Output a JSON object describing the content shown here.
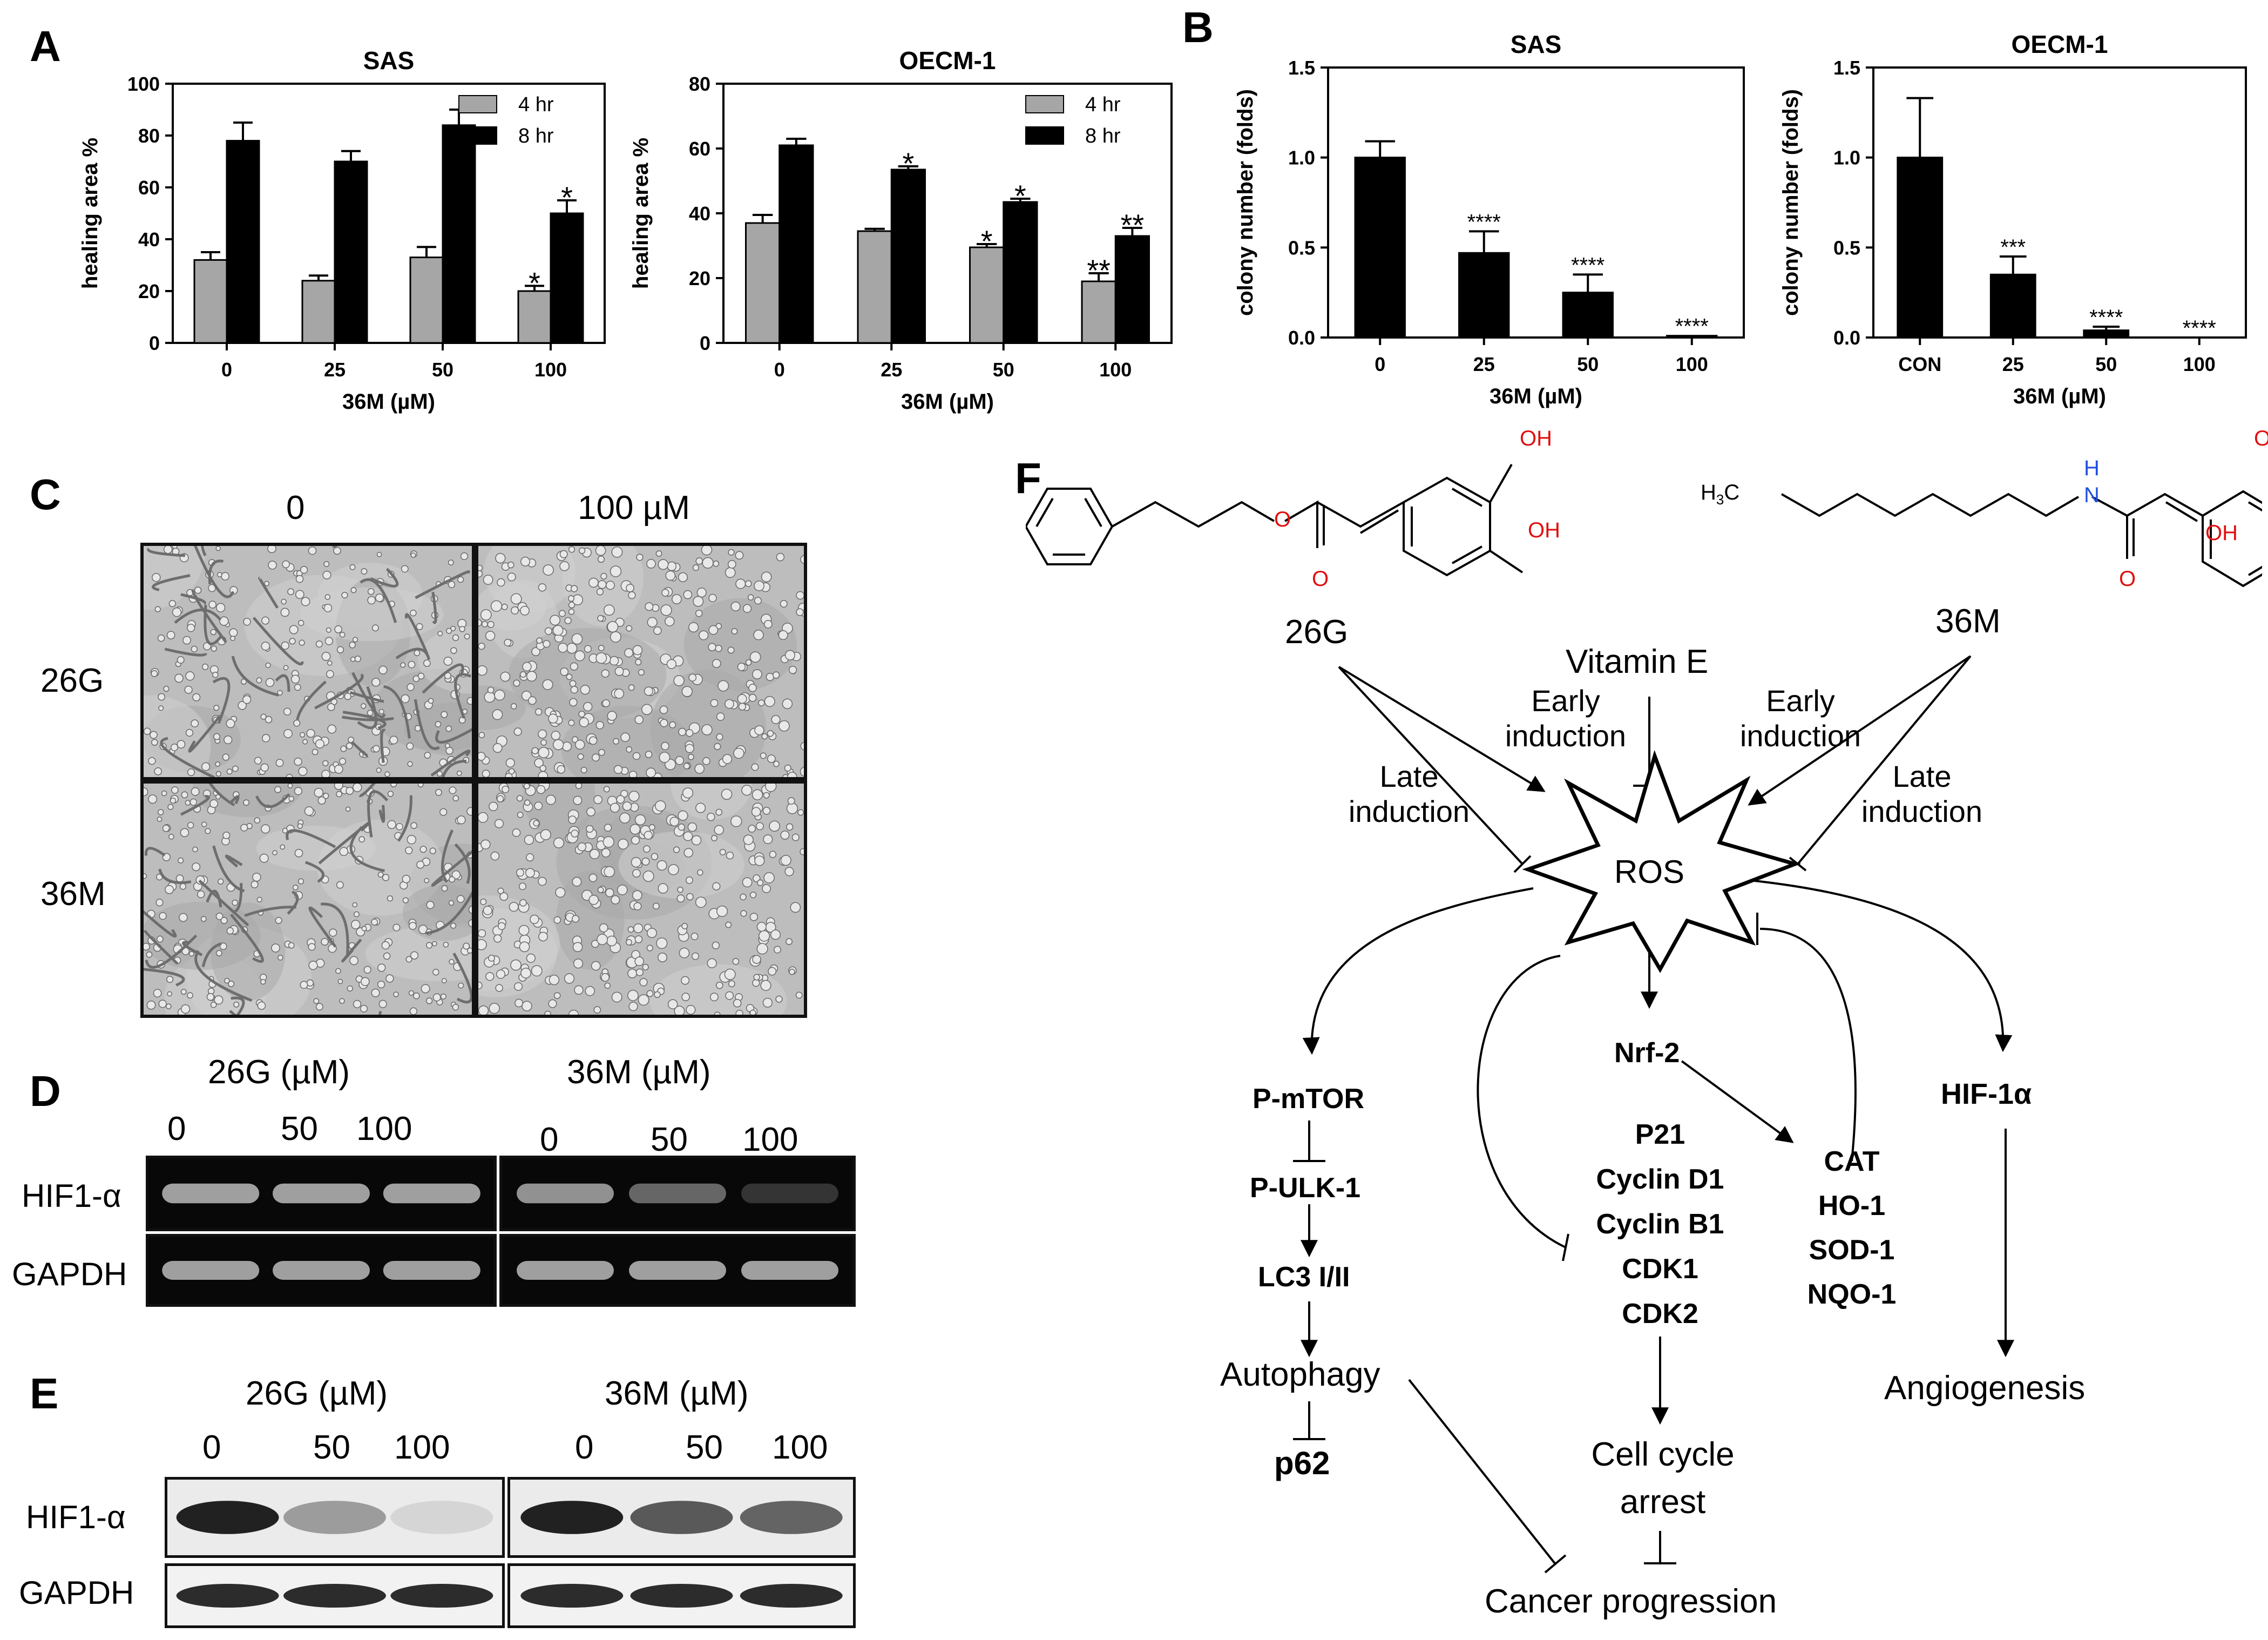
{
  "panels": {
    "A": "A",
    "B": "B",
    "C": "C",
    "D": "D",
    "E": "E",
    "F": "F"
  },
  "chart_data": [
    {
      "type": "bar",
      "title": "SAS",
      "xlabel": "36M (µM)",
      "ylabel": "healing area %",
      "categories": [
        "0",
        "25",
        "50",
        "100"
      ],
      "ylim": [
        0,
        100
      ],
      "yticks": [
        "0",
        "20",
        "40",
        "60",
        "80",
        "100"
      ],
      "series": [
        {
          "name": "4 hr",
          "values": [
            32,
            24,
            33,
            20
          ],
          "errors": [
            3,
            2,
            4,
            2
          ],
          "color": "#a6a6a6"
        },
        {
          "name": "8 hr",
          "values": [
            78,
            70,
            84,
            50
          ],
          "errors": [
            7,
            4,
            6,
            5
          ],
          "color": "#000000"
        }
      ],
      "annotations": [
        {
          "series": 0,
          "category": 3,
          "text": "*"
        },
        {
          "series": 1,
          "category": 3,
          "text": "*"
        }
      ],
      "legend": "top-right"
    },
    {
      "type": "bar",
      "title": "OECM-1",
      "xlabel": "36M (µM)",
      "ylabel": "healing area %",
      "categories": [
        "0",
        "25",
        "50",
        "100"
      ],
      "ylim": [
        0,
        80
      ],
      "yticks": [
        "0",
        "20",
        "40",
        "60",
        "80"
      ],
      "series": [
        {
          "name": "4 hr",
          "values": [
            37,
            34.5,
            29.5,
            19
          ],
          "errors": [
            2.5,
            0.7,
            1,
            2.5
          ],
          "color": "#a6a6a6"
        },
        {
          "name": "8 hr",
          "values": [
            61,
            53.5,
            43.5,
            33
          ],
          "errors": [
            2,
            1,
            1,
            2.5
          ],
          "color": "#000000"
        }
      ],
      "annotations": [
        {
          "series": 1,
          "category": 1,
          "text": "*"
        },
        {
          "series": 0,
          "category": 2,
          "text": "*"
        },
        {
          "series": 1,
          "category": 2,
          "text": "*"
        },
        {
          "series": 0,
          "category": 3,
          "text": "**"
        },
        {
          "series": 1,
          "category": 3,
          "text": "**"
        }
      ],
      "legend": "top-right"
    },
    {
      "type": "bar",
      "title": "SAS",
      "xlabel": "36M (µM)",
      "ylabel": "colony number (folds)",
      "categories": [
        "0",
        "25",
        "50",
        "100"
      ],
      "ylim": [
        0,
        1.5
      ],
      "yticks": [
        "0.0",
        "0.5",
        "1.0",
        "1.5"
      ],
      "series": [
        {
          "values": [
            1.0,
            0.47,
            0.25,
            0.01
          ],
          "errors": [
            0.09,
            0.12,
            0.1,
            0
          ],
          "color": "#000000"
        }
      ],
      "annotations": [
        {
          "series": 0,
          "category": 1,
          "text": "****"
        },
        {
          "series": 0,
          "category": 2,
          "text": "****"
        },
        {
          "series": 0,
          "category": 3,
          "text": "****"
        }
      ]
    },
    {
      "type": "bar",
      "title": "OECM-1",
      "xlabel": "36M (µM)",
      "ylabel": "colony number (folds)",
      "categories": [
        "CON",
        "25",
        "50",
        "100"
      ],
      "ylim": [
        0,
        1.5
      ],
      "yticks": [
        "0.0",
        "0.5",
        "1.0",
        "1.5"
      ],
      "series": [
        {
          "values": [
            1.0,
            0.35,
            0.04,
            0.0
          ],
          "errors": [
            0.33,
            0.1,
            0.02,
            0
          ],
          "color": "#000000"
        }
      ],
      "annotations": [
        {
          "series": 0,
          "category": 1,
          "text": "***"
        },
        {
          "series": 0,
          "category": 2,
          "text": "****"
        },
        {
          "series": 0,
          "category": 3,
          "text": "****"
        }
      ]
    }
  ],
  "panelC": {
    "columns": [
      "0",
      "100 µM"
    ],
    "rows": [
      "26G",
      "36M"
    ]
  },
  "panelD": {
    "groups": [
      {
        "label": "26G (µM)",
        "lanes": [
          "0",
          "50",
          "100"
        ],
        "hif": [
          0.85,
          0.85,
          0.85
        ]
      },
      {
        "label": "36M (µM)",
        "lanes": [
          "0",
          "50",
          "100"
        ],
        "hif": [
          0.75,
          0.45,
          0.1
        ]
      }
    ],
    "rows": [
      "HIF1-α",
      "GAPDH"
    ]
  },
  "panelE": {
    "groups": [
      {
        "label": "26G (µM)",
        "lanes": [
          "0",
          "50",
          "100"
        ],
        "hif": [
          0.9,
          0.35,
          0.1
        ]
      },
      {
        "label": "36M (µM)",
        "lanes": [
          "0",
          "50",
          "100"
        ],
        "hif": [
          0.9,
          0.65,
          0.6
        ]
      }
    ],
    "rows": [
      "HIF1-α",
      "GAPDH"
    ]
  },
  "panelF": {
    "chem26g": {
      "oh1": "OH",
      "oh2": "OH",
      "o_ester": "O",
      "o_carbonyl": "O"
    },
    "chem36m": {
      "h3c": "H",
      "h3c_sub": "3",
      "h3c_c": "C",
      "nh": "H",
      "n": "N",
      "oh1": "OH",
      "oh2": "OH",
      "o_carbonyl": "O"
    },
    "n26g": "26G",
    "n36m": "36M",
    "vitamin_e": "Vitamin E",
    "early1": "Early",
    "early1b": "induction",
    "early2": "Early",
    "early2b": "induction",
    "late1": "Late",
    "late1b": "induction",
    "late2": "Late",
    "late2b": "induction",
    "ros": "ROS",
    "pmtor": "P-mTOR",
    "pulk": "P-ULK-1",
    "lc3": "LC3 I/II",
    "autophagy": "Autophagy",
    "p62": "p62",
    "nrf2": "Nrf-2",
    "cycle_genes": [
      "P21",
      "Cyclin D1",
      "Cyclin B1",
      "CDK1",
      "CDK2"
    ],
    "antiox_genes": [
      "CAT",
      "HO-1",
      "SOD-1",
      "NQO-1"
    ],
    "hif": "HIF-1α",
    "angiogenesis": "Angiogenesis",
    "cell_cycle_1": "Cell cycle",
    "cell_cycle_2": "arrest",
    "cancer": "Cancer progression"
  }
}
